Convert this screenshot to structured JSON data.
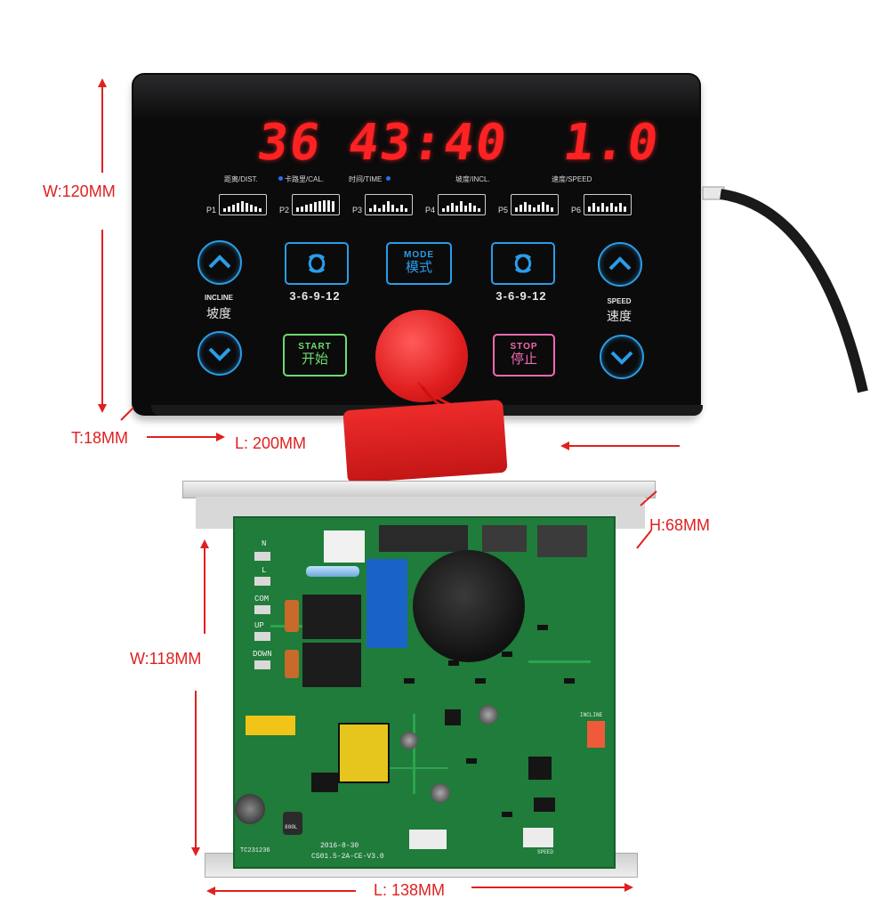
{
  "display": {
    "readout1": "36",
    "readout2": "43:40",
    "readout3": "1.0",
    "label_dist": "距离/DIST.",
    "label_cal": "卡路里/CAL.",
    "label_time": "时间/TIME",
    "label_incl": "坡度/INCL.",
    "label_speed": "速度/SPEED"
  },
  "programs": [
    "P1",
    "P2",
    "P3",
    "P4",
    "P5",
    "P6"
  ],
  "buttons": {
    "mode_en": "MODE",
    "mode_cn": "模式",
    "quick_left": "3-6-9-12",
    "quick_right": "3-6-9-12",
    "start_en": "START",
    "start_cn": "开始",
    "stop_en": "STOP",
    "stop_cn": "停止",
    "incline_en": "INCLINE",
    "incline_cn": "坡度",
    "speed_en": "SPEED",
    "speed_cn": "速度"
  },
  "pcb": {
    "label_n": "N",
    "label_l": "L",
    "label_com": "COM",
    "label_up": "UP",
    "label_down": "DOWN",
    "label_incline": "INCLINE",
    "label_speed": "SPEED",
    "date": "2016-8-30",
    "model": "CS01.5-2A-CE-V3.0",
    "id": "TC231236",
    "capacitor_text": "800L"
  },
  "annotations": {
    "panel_width": "W:120MM",
    "panel_thickness": "T:18MM",
    "panel_length": "L: 200MM",
    "board_height": "H:68MM",
    "board_width": "W:118MM",
    "board_length": "L: 138MM"
  },
  "colors": {
    "annotation": "#e02020",
    "led_red": "#ff2222",
    "button_blue": "#2a9de8",
    "start_green": "#6ddc6d",
    "stop_pink": "#f36ab0",
    "pcb_green": "#1f7c3a"
  }
}
